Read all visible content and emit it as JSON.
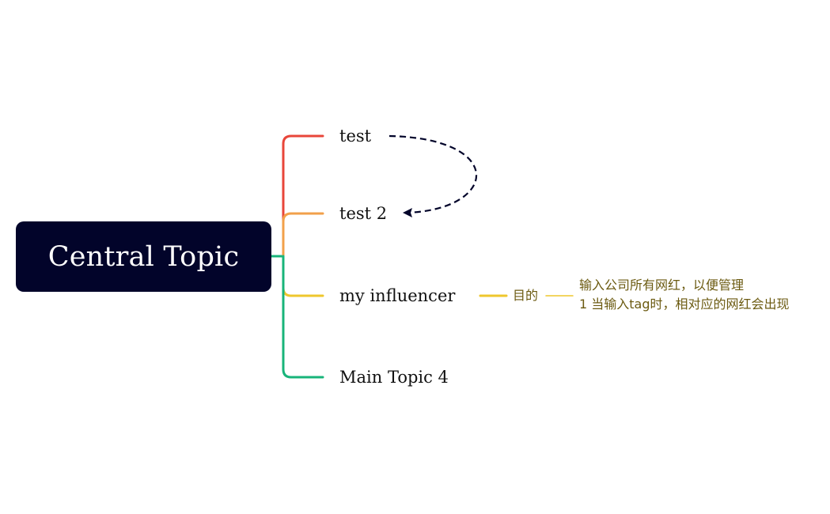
{
  "central_topic": {
    "label": "Central Topic",
    "fill": "#02042a",
    "text_color": "#ffffff"
  },
  "branches": [
    {
      "label": "test",
      "color": "#e8463a"
    },
    {
      "label": "test 2",
      "color": "#f2a04a"
    },
    {
      "label": "my influencer",
      "color": "#efc72d"
    },
    {
      "label": "Main Topic 4",
      "color": "#18b47a"
    }
  ],
  "subtopic": {
    "label": "目的",
    "color": "#efc72d"
  },
  "note": {
    "lines": [
      "输入公司所有网红，以便管理",
      "1 当输入tag时，相对应的网红会出现"
    ],
    "text_color": "#6b5a10"
  },
  "relationship": {
    "from": "test",
    "to": "test 2",
    "style": "dashed",
    "color": "#02042a"
  }
}
